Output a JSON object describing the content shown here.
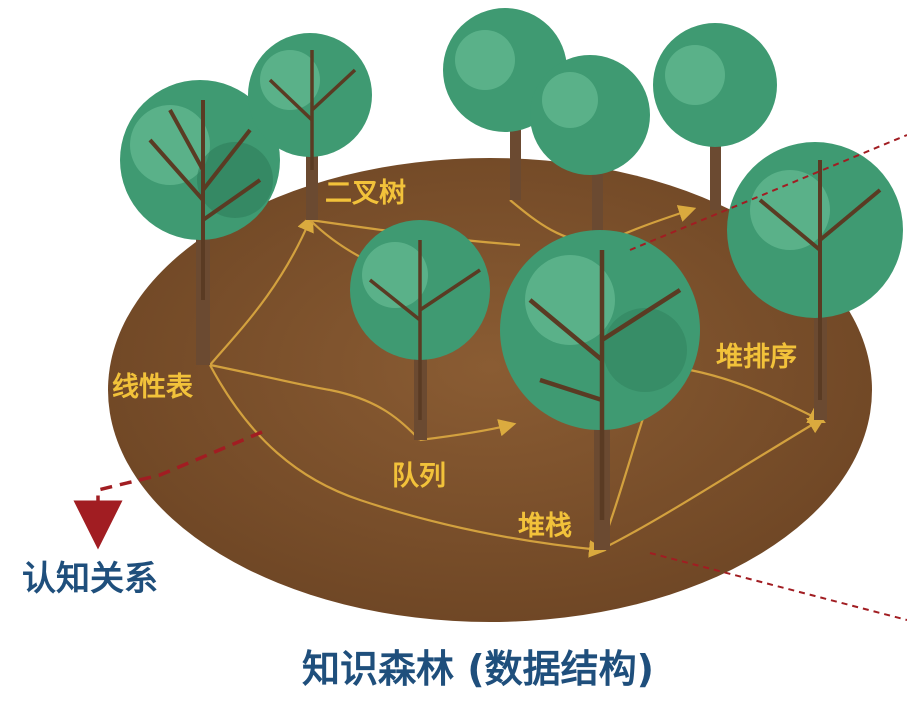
{
  "diagram": {
    "title": "知识森林 (数据结构)",
    "side_label": "认知关系",
    "nodes": [
      {
        "id": "linear",
        "label": "线性表"
      },
      {
        "id": "bintree",
        "label": "二叉树"
      },
      {
        "id": "queue",
        "label": "队列"
      },
      {
        "id": "stack",
        "label": "堆栈"
      },
      {
        "id": "heapsort",
        "label": "堆排序"
      }
    ],
    "colors": {
      "ground": "#7a4f2a",
      "canopy": "#3f9a72",
      "canopy_light": "#6cc29a",
      "trunk": "#6b4a31",
      "label": "#f2c23a",
      "accent_text": "#1f4f7c",
      "dashed": "#a11d22",
      "path": "#d8a640"
    }
  }
}
